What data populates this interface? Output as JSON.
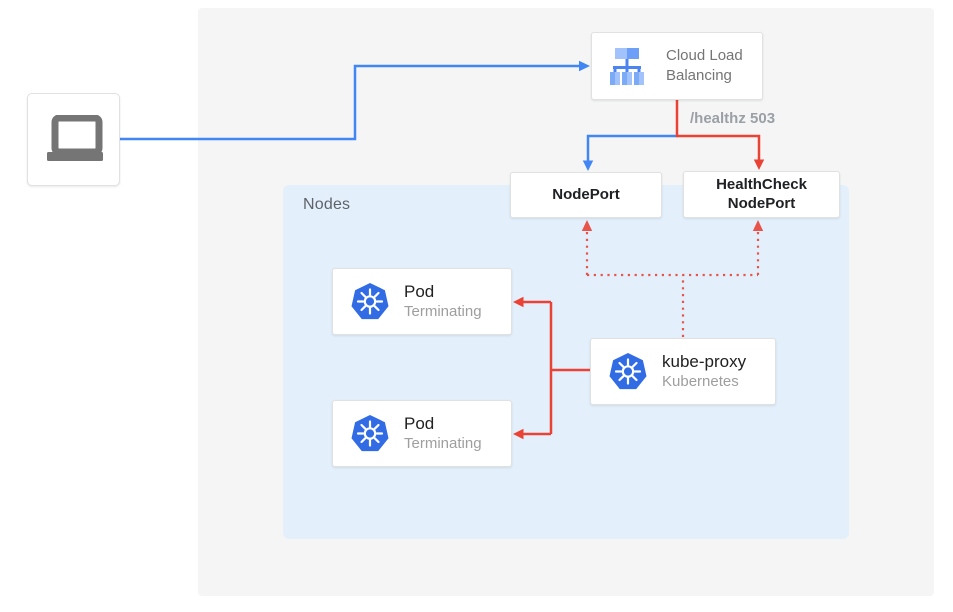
{
  "diagram": {
    "client": {
      "icon": "laptop-icon"
    },
    "load_balancer": {
      "label": "Cloud Load Balancing",
      "icon": "cloud-load-balancing-icon"
    },
    "healthz_label": "/healthz 503",
    "nodeport": {
      "label": "NodePort"
    },
    "healthcheck_nodeport": {
      "label_line1": "HealthCheck",
      "label_line2": "NodePort"
    },
    "nodes_group": {
      "label": "Nodes"
    },
    "pods": [
      {
        "title": "Pod",
        "status": "Terminating",
        "icon": "kubernetes-icon"
      },
      {
        "title": "Pod",
        "status": "Terminating",
        "icon": "kubernetes-icon"
      }
    ],
    "kube_proxy": {
      "title": "kube-proxy",
      "subtitle": "Kubernetes",
      "icon": "kubernetes-icon"
    },
    "colors": {
      "traffic_blue": "#4285f4",
      "health_red": "#ea4335",
      "nodes_background": "#e3f0fc",
      "panel_background": "#f5f5f5",
      "kubernetes_blue": "#326ce5"
    }
  }
}
